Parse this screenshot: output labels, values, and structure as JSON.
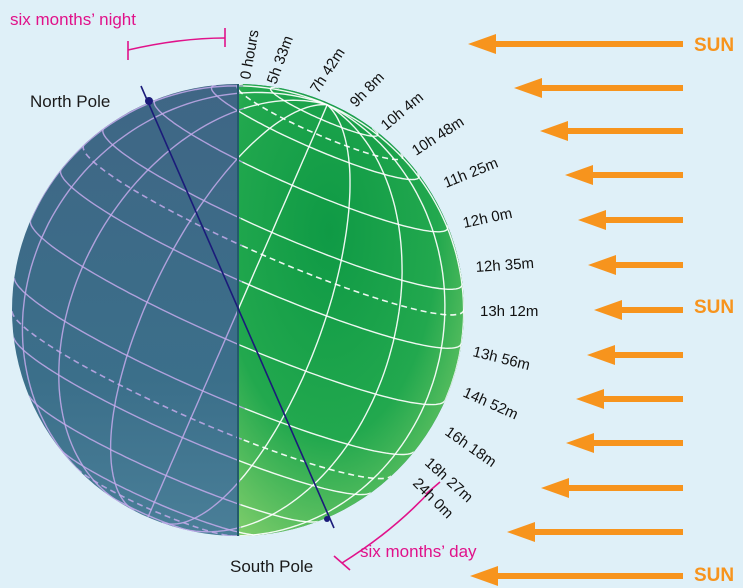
{
  "labels": {
    "north_pole": "North Pole",
    "south_pole": "South Pole",
    "night": "six months’ night",
    "day": "six months’ day",
    "sun_top": "SUN",
    "sun_mid": "SUN",
    "sun_bottom": "SUN"
  },
  "durations": [
    "0 hours",
    "5h 33m",
    "7h 42m",
    "9h 8m",
    "10h 4m",
    "10h 48m",
    "11h 25m",
    "12h 0m",
    "12h 35m",
    "13h 12m",
    "13h 56m",
    "14h 52m",
    "16h 18m",
    "18h 27m",
    "24h 0m"
  ],
  "colors": {
    "background": "#dff0f8",
    "night_side": "#3d6a86",
    "day_side": "#1ea34a",
    "axis": "#1b1b7a",
    "annotation": "#e0128a",
    "sun_arrow": "#f7941d"
  }
}
